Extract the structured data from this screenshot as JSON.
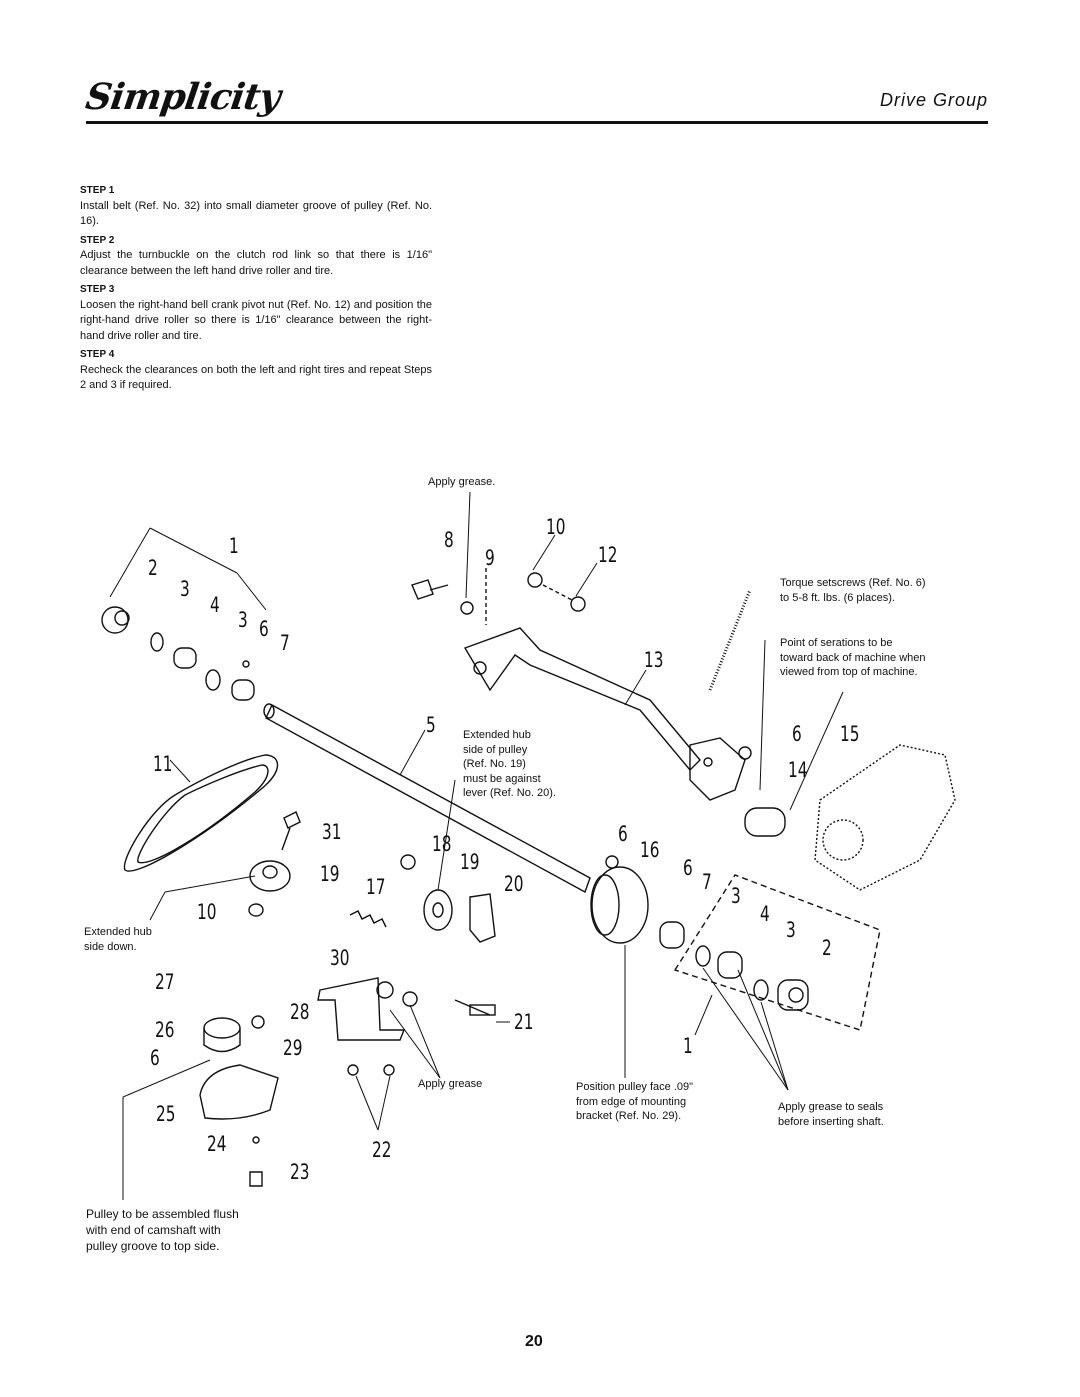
{
  "header": {
    "brand": "Simplicity",
    "section": "Drive Group"
  },
  "steps": [
    {
      "heading": "STEP 1",
      "text": "Install belt (Ref. No. 32) into small diameter groove of pulley (Ref. No. 16)."
    },
    {
      "heading": "STEP 2",
      "text": "Adjust the turnbuckle on the clutch rod link so that there is 1/16\" clearance between the left hand drive roller and tire."
    },
    {
      "heading": "STEP 3",
      "text": "Loosen the right-hand bell crank pivot nut (Ref. No. 12) and position the right-hand drive roller so there is 1/16\" clearance between the right-hand drive roller and tire."
    },
    {
      "heading": "STEP 4",
      "text": "Recheck the clearances on both the left and right tires and repeat Steps 2 and 3 if required."
    }
  ],
  "notes": {
    "apply_grease_top": "Apply grease.",
    "torque": "Torque setscrews (Ref. No. 6)\nto 5-8 ft. lbs. (6 places).",
    "serrations": "Point of serations to be\ntoward back of machine when\nviewed from top of machine.",
    "extended_hub_pulley": "Extended hub\nside of pulley\n(Ref. No. 19)\nmust be against\nlever (Ref. No. 20).",
    "extended_hub_down": "Extended hub\nside down.",
    "apply_grease_bottom": "Apply grease",
    "position_pulley": "Position pulley face .09\"\nfrom edge of mounting\nbracket (Ref. No. 29).",
    "apply_grease_seals": "Apply grease to seals\nbefore inserting shaft.",
    "pulley_flush": "Pulley to be assembled flush\nwith end of camshaft with\npulley groove to top side."
  },
  "callouts": {
    "c1a": "1",
    "c2a": "2",
    "c3a": "3",
    "c4a": "4",
    "c3b": "3",
    "c6a": "6",
    "c7a": "7",
    "c8": "8",
    "c9": "9",
    "c10a": "10",
    "c12": "12",
    "c13": "13",
    "c5": "5",
    "c11": "11",
    "c31": "31",
    "c19a": "19",
    "c10b": "10",
    "c18": "18",
    "c19b": "19",
    "c17": "17",
    "c20": "20",
    "c6b": "6",
    "c16": "16",
    "c6c": "6",
    "c7b": "7",
    "c6d": "6",
    "c15": "15",
    "c14": "14",
    "c3c": "3",
    "c4b": "4",
    "c3d": "3",
    "c2b": "2",
    "c1b": "1",
    "c27": "27",
    "c28": "28",
    "c26": "26",
    "c29": "29",
    "c6e": "6",
    "c30": "30",
    "c21": "21",
    "c25": "25",
    "c24": "24",
    "c23": "23",
    "c22": "22"
  },
  "page_number": "20"
}
